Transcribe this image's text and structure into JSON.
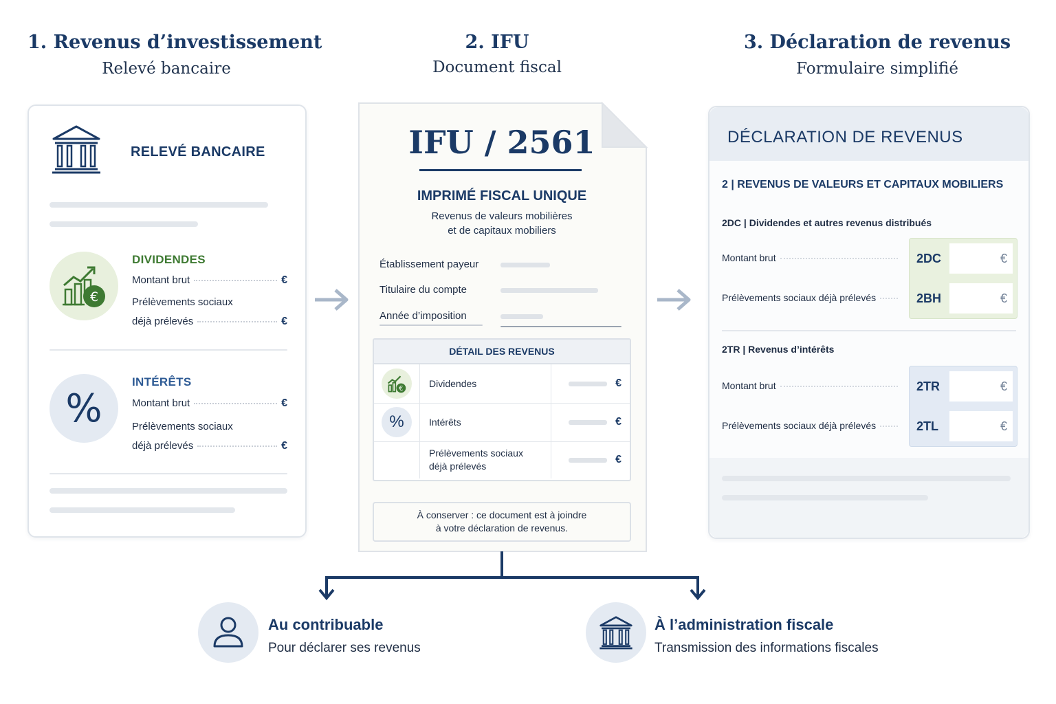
{
  "columns": [
    {
      "title": "1. Revenus d’investissement",
      "subtitle": "Relevé bancaire"
    },
    {
      "title": "2. IFU",
      "subtitle": "Document fiscal"
    },
    {
      "title": "3. Déclaration de revenus",
      "subtitle": "Formulaire simplifié"
    }
  ],
  "bank": {
    "icon": "bank-icon",
    "title": "RELEVÉ BANCAIRE",
    "dividends": {
      "icon": "chart-euro-icon",
      "title": "DIVIDENDES",
      "rows": [
        "Montant brut",
        "Prélèvements sociaux",
        "déjà prélevés"
      ],
      "currency": "€",
      "color": "#3e7a32"
    },
    "interests": {
      "icon": "percent-icon",
      "title": "INTÉRÊTS",
      "rows": [
        "Montant brut",
        "Prélèvements sociaux",
        "déjà prélevés"
      ],
      "currency": "€",
      "color": "#2d5a94"
    }
  },
  "ifu": {
    "title": "IFU / 2561",
    "heading": "IMPRIMÉ FISCAL UNIQUE",
    "description_line1": "Revenus de valeurs mobilières",
    "description_line2": "et de capitaux mobiliers",
    "fields": [
      "Établissement payeur",
      "Titulaire du compte",
      "Année d’imposition"
    ],
    "table": {
      "header": "DÉTAIL DES REVENUS",
      "rows": [
        {
          "icon": "chart-euro-icon",
          "label": "Dividendes",
          "currency": "€"
        },
        {
          "icon": "percent-icon",
          "label": "Intérêts",
          "currency": "€"
        },
        {
          "icon": "",
          "label_line1": "Prélèvements sociaux",
          "label_line2": "déjà prélevés",
          "currency": "€"
        }
      ]
    },
    "note_line1": "À conserver : ce document est à joindre",
    "note_line2": "à votre déclaration de revenus."
  },
  "form": {
    "header": "DÉCLARATION DE REVENUS",
    "section": "2 | REVENUS DE VALEURS ET CAPITAUX MOBILIERS",
    "groups": [
      {
        "title": "2DC | Dividendes et autres revenus distribués",
        "color": "#e9f1df",
        "rows": [
          {
            "label": "Montant brut",
            "code": "2DC",
            "currency": "€"
          },
          {
            "label": "Prélèvements sociaux déjà prélevés",
            "code": "2BH",
            "currency": "€"
          }
        ]
      },
      {
        "title": "2TR | Revenus d’intérêts",
        "color": "#e3eaf4",
        "rows": [
          {
            "label": "Montant brut",
            "code": "2TR",
            "currency": "€"
          },
          {
            "label": "Prélèvements sociaux déjà prélevés",
            "code": "2TL",
            "currency": "€"
          }
        ]
      }
    ]
  },
  "recipients": [
    {
      "icon": "person-icon",
      "title": "Au contribuable",
      "subtitle": "Pour déclarer ses revenus"
    },
    {
      "icon": "bank-icon",
      "title": "À l’administration fiscale",
      "subtitle": "Transmission des informations fiscales"
    }
  ],
  "colors": {
    "navy": "#1b3a66",
    "green": "#3e7a32",
    "arrow": "#a9b7c9",
    "border": "#dfe4ea"
  }
}
